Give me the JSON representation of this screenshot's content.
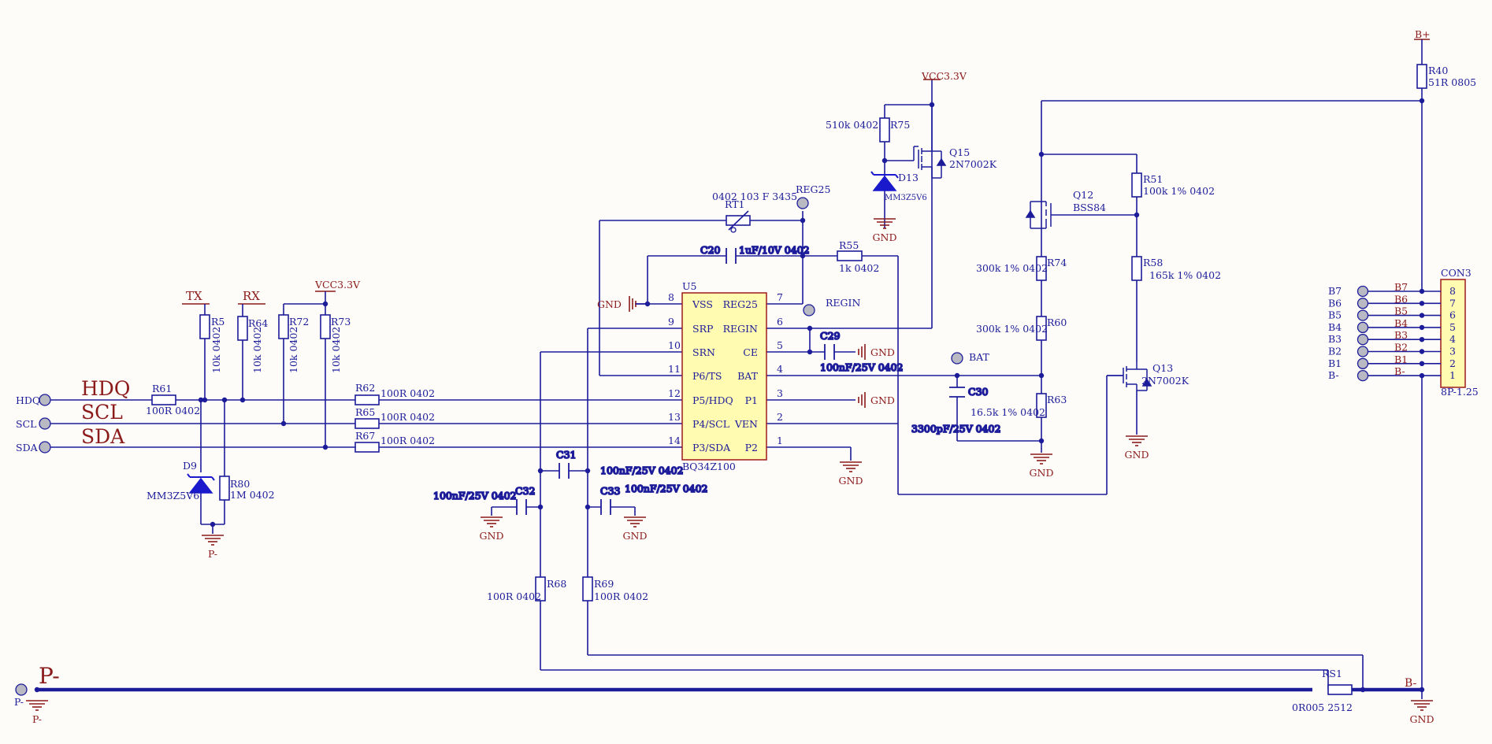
{
  "ic": {
    "ref": "U5",
    "part": "BQ34Z100",
    "left_pins": [
      {
        "num": "8",
        "name": "VSS"
      },
      {
        "num": "9",
        "name": "SRP"
      },
      {
        "num": "10",
        "name": "SRN"
      },
      {
        "num": "11",
        "name": "P6/TS"
      },
      {
        "num": "12",
        "name": "P5/HDQ"
      },
      {
        "num": "13",
        "name": "P4/SCL"
      },
      {
        "num": "14",
        "name": "P3/SDA"
      }
    ],
    "right_pins": [
      {
        "num": "7",
        "name": "REG25"
      },
      {
        "num": "6",
        "name": "REGIN"
      },
      {
        "num": "5",
        "name": "CE"
      },
      {
        "num": "4",
        "name": "BAT"
      },
      {
        "num": "3",
        "name": "P1"
      },
      {
        "num": "2",
        "name": "VEN"
      },
      {
        "num": "1",
        "name": "P2"
      }
    ]
  },
  "ports": {
    "hdq": "HDQ",
    "scl": "SCL",
    "sda": "SDA",
    "p_minus": "P-",
    "regin": "REGIN",
    "reg25": "REG25",
    "bat": "BAT"
  },
  "bus_labels": {
    "hdq": "HDQ",
    "scl": "SCL",
    "sda": "SDA",
    "p_minus": "P-",
    "b_minus": "B-"
  },
  "net_labels": {
    "tx": "TX",
    "rx": "RX",
    "vcc": "VCC3.3V",
    "vcc_top": "VCC",
    "vcc_top_val": "3.3V",
    "b_plus": "B+",
    "gnd": "GND",
    "p_minus_gnd": "P-"
  },
  "components": {
    "R5": {
      "ref": "R5",
      "val": "10k 0402"
    },
    "R64": {
      "ref": "R64",
      "val": "10k 0402"
    },
    "R72": {
      "ref": "R72",
      "val": "10k 0402"
    },
    "R73": {
      "ref": "R73",
      "val": "10k 0402"
    },
    "R61": {
      "ref": "R61",
      "val": "100R 0402"
    },
    "R62": {
      "ref": "R62",
      "val": "100R 0402"
    },
    "R65": {
      "ref": "R65",
      "val": "100R 0402"
    },
    "R67": {
      "ref": "R67",
      "val": "100R 0402"
    },
    "R80": {
      "ref": "R80",
      "val": "1M 0402"
    },
    "D9": {
      "ref": "D9",
      "val": "MM3Z5V6"
    },
    "C31": {
      "ref": "C31",
      "val": "100nF/25V 0402"
    },
    "C32": {
      "ref": "C32",
      "val": "100nF/25V 0402"
    },
    "C33": {
      "ref": "C33",
      "val": "100nF/25V 0402"
    },
    "R68": {
      "ref": "R68",
      "val": "100R 0402"
    },
    "R69": {
      "ref": "R69",
      "val": "100R 0402"
    },
    "RT1": {
      "ref": "RT1",
      "val": "0402 103 F 3435"
    },
    "C20": {
      "ref": "C20",
      "val": "1uF/10V 0402"
    },
    "R55": {
      "ref": "R55",
      "val": "1k 0402"
    },
    "C29": {
      "ref": "C29",
      "val": "100nF/25V 0402"
    },
    "R75": {
      "ref": "R75",
      "val": "510k  0402"
    },
    "Q15": {
      "ref": "Q15",
      "val": "2N7002K"
    },
    "D13": {
      "ref": "D13",
      "val": "MM3Z5V6"
    },
    "C30": {
      "ref": "C30",
      "val": "3300pF/25V 0402"
    },
    "R74": {
      "ref": "R74",
      "val": "300k  1% 0402"
    },
    "R60": {
      "ref": "R60",
      "val": "300k  1% 0402"
    },
    "R63": {
      "ref": "R63",
      "val": "16.5k  1% 0402"
    },
    "Q12": {
      "ref": "Q12",
      "val": "BSS84"
    },
    "R51": {
      "ref": "R51",
      "val": "100k  1% 0402"
    },
    "R58": {
      "ref": "R58",
      "val": "165k  1% 0402"
    },
    "Q13": {
      "ref": "Q13",
      "val": "2N7002K"
    },
    "R40": {
      "ref": "R40",
      "val": "51R 0805"
    },
    "RS1": {
      "ref": "RS1",
      "val": "0R005 2512"
    }
  },
  "connector": {
    "ref": "CON3",
    "part": "8P-1.25",
    "pins": [
      {
        "num": "8",
        "net": "B7",
        "port": "B7"
      },
      {
        "num": "7",
        "net": "B6",
        "port": "B6"
      },
      {
        "num": "6",
        "net": "B5",
        "port": "B5"
      },
      {
        "num": "5",
        "net": "B4",
        "port": "B4"
      },
      {
        "num": "4",
        "net": "B3",
        "port": "B3"
      },
      {
        "num": "3",
        "net": "B2",
        "port": "B2"
      },
      {
        "num": "2",
        "net": "B1",
        "port": "B1"
      },
      {
        "num": "1",
        "net": "B-",
        "port": "B-"
      }
    ]
  }
}
